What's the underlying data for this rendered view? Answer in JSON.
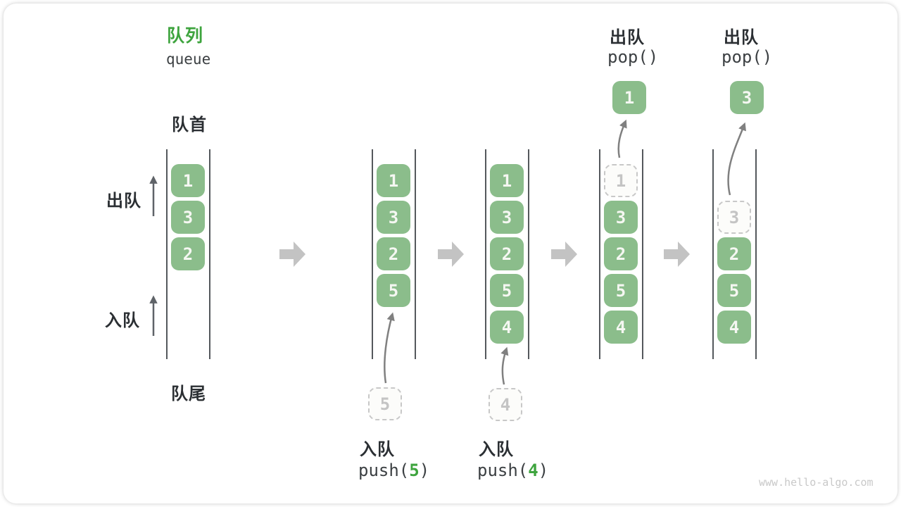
{
  "title": {
    "zh": "队列",
    "en": "queue"
  },
  "side_labels": {
    "front": "队首",
    "dequeue": "出队",
    "enqueue": "入队",
    "rear": "队尾"
  },
  "colors": {
    "box_green": "#8bbd8b",
    "accent_green": "#3ea43e",
    "line_gray": "#54585c",
    "flow_arrow_gray": "#c3c3c3"
  },
  "states": [
    {
      "slots": [
        "1",
        "3",
        "2"
      ]
    },
    {
      "slots": [
        "1",
        "3",
        "2",
        "5"
      ],
      "incoming": "5"
    },
    {
      "slots": [
        "1",
        "3",
        "2",
        "5",
        "4"
      ],
      "incoming": "4"
    },
    {
      "slots": [
        "3",
        "2",
        "5",
        "4"
      ],
      "ghost": "1",
      "popped": "1"
    },
    {
      "slots": [
        "2",
        "5",
        "4"
      ],
      "ghost": "3",
      "popped": "3"
    }
  ],
  "ops": {
    "push5": {
      "zh": "入队",
      "pre": "push(",
      "arg": "5",
      "post": ")"
    },
    "push4": {
      "zh": "入队",
      "pre": "push(",
      "arg": "4",
      "post": ")"
    },
    "pop1": {
      "zh": "出队",
      "code": "pop()"
    },
    "pop2": {
      "zh": "出队",
      "code": "pop()"
    }
  },
  "watermark": "www.hello-algo.com"
}
